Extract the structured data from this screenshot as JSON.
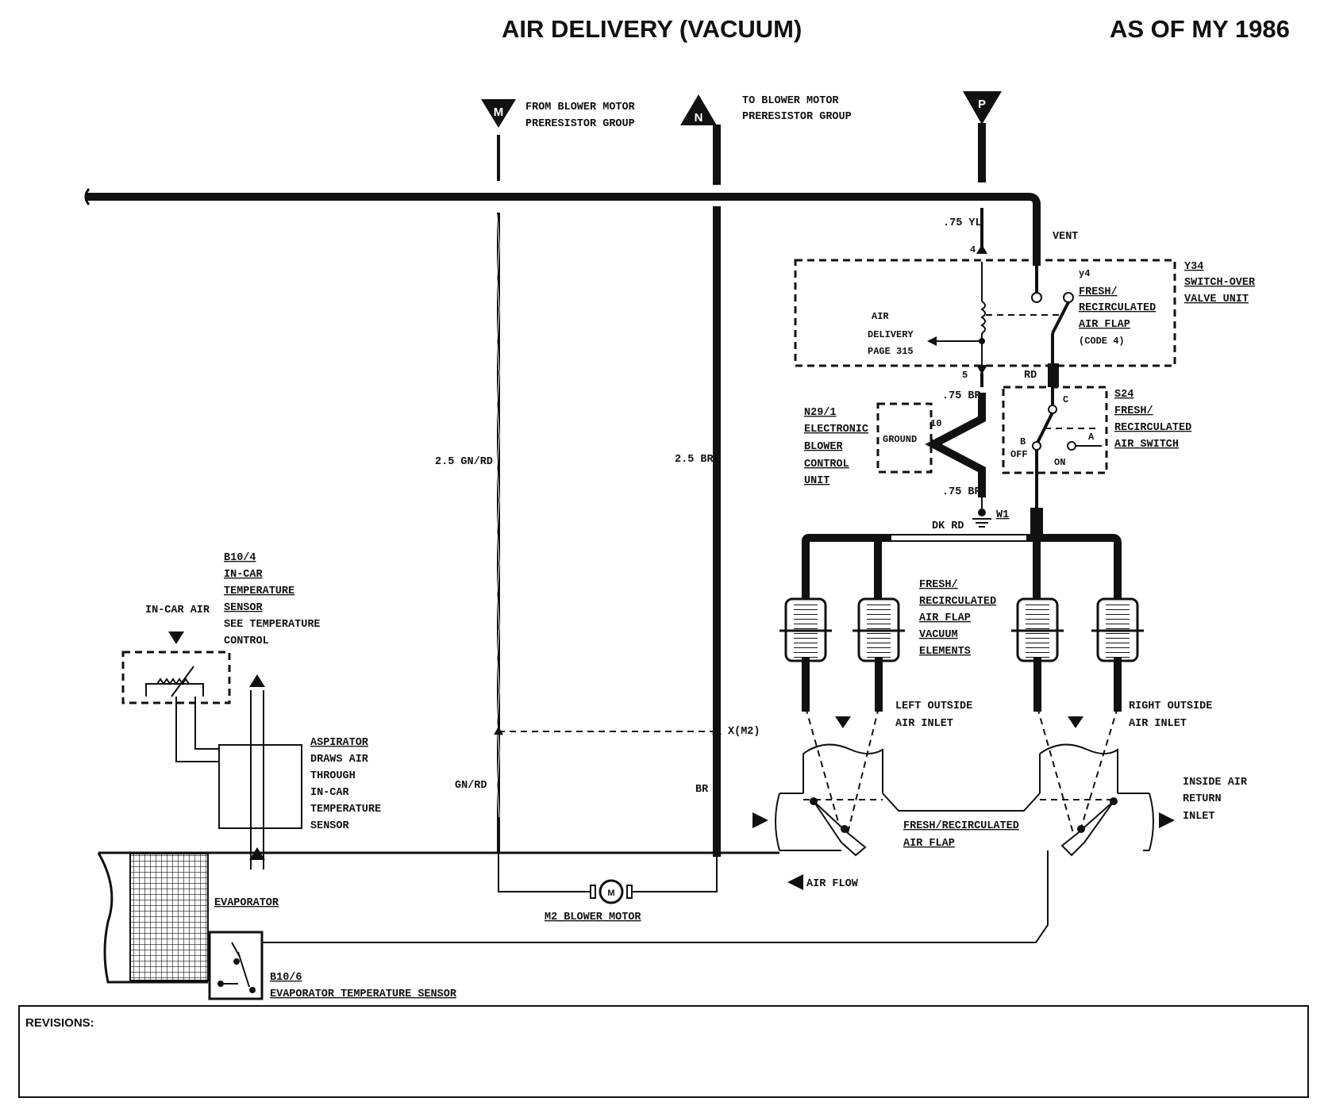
{
  "header": {
    "title": "AIR DELIVERY (VACUUM)",
    "model_year": "AS OF MY 1986"
  },
  "connectors": {
    "m": {
      "letter": "M",
      "line1": "FROM BLOWER MOTOR",
      "line2": "PRERESISTOR GROUP"
    },
    "n": {
      "letter": "N",
      "line1": "TO BLOWER MOTOR",
      "line2": "PRERESISTOR GROUP"
    },
    "p": {
      "letter": "P"
    }
  },
  "wires": {
    "gn_rd_gauge": "2.5 GN/RD",
    "br_gauge": "2.5 BR",
    "gn_rd": "GN/RD",
    "br": "BR",
    "yl_075": ".75 YL",
    "br_075_top": ".75 BR",
    "br_075_bottom": ".75 BR",
    "vent": "VENT",
    "rd": "RD",
    "dk_rd": "DK RD",
    "x_m2": "X(M2)",
    "w1": "W1"
  },
  "pins": {
    "p4": "4",
    "p5": "5",
    "p10": "10"
  },
  "y34": {
    "code": "Y34",
    "line1": "SWITCH-OVER",
    "line2": "VALVE UNIT",
    "y4": "y4",
    "y4_line1": "FRESH/",
    "y4_line2": "RECIRCULATED",
    "y4_line3": "AIR FLAP",
    "y4_line4": "(CODE 4)",
    "air_line1": "AIR",
    "air_line2": "DELIVERY",
    "air_line3": "PAGE 315"
  },
  "s24": {
    "code": "S24",
    "line1": "FRESH/",
    "line2": "RECIRCULATED",
    "line3": "AIR SWITCH",
    "c": "C",
    "a": "A",
    "b": "B",
    "off": "OFF",
    "on": "ON"
  },
  "n29": {
    "code": "N29/1",
    "line1": "ELECTRONIC",
    "line2": "BLOWER",
    "line3": "CONTROL",
    "line4": "UNIT",
    "ground": "GROUND"
  },
  "vacuum": {
    "line1": "FRESH/",
    "line2": "RECIRCULATED",
    "line3": "AIR FLAP",
    "line4": "VACUUM",
    "line5": "ELEMENTS"
  },
  "inlets": {
    "left1": "LEFT OUTSIDE",
    "left2": "AIR INLET",
    "right1": "RIGHT OUTSIDE",
    "right2": "AIR INLET",
    "inside1": "INSIDE AIR",
    "inside2": "RETURN",
    "inside3": "INLET"
  },
  "flap": {
    "line1": "FRESH/RECIRCULATED",
    "line2": "AIR FLAP"
  },
  "air_flow": "AIR FLOW",
  "b10_4": {
    "code": "B10/4",
    "line1": "IN-CAR",
    "line2": "TEMPERATURE",
    "line3": "SENSOR",
    "line4": "SEE TEMPERATURE",
    "line5": "CONTROL",
    "in_car_air": "IN-CAR AIR"
  },
  "aspirator": {
    "line1": "ASPIRATOR",
    "line2": "DRAWS AIR",
    "line3": "THROUGH",
    "line4": "IN-CAR",
    "line5": "TEMPERATURE",
    "line6": "SENSOR"
  },
  "evaporator": "EVAPORATOR",
  "b10_6": {
    "code": "B10/6",
    "name": "EVAPORATOR TEMPERATURE SENSOR"
  },
  "m2": {
    "symbol": "M",
    "name": "M2 BLOWER MOTOR"
  },
  "revisions": {
    "label": "REVISIONS:"
  }
}
